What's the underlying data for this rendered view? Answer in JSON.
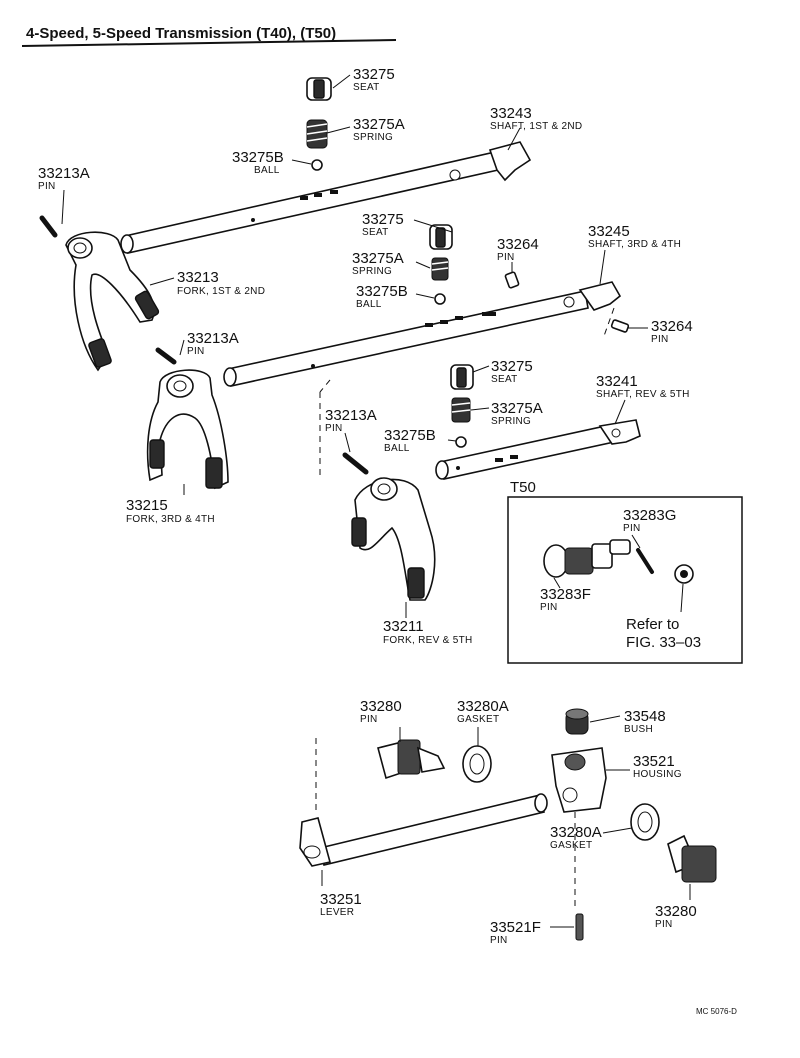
{
  "title": "4-Speed, 5-Speed Transmission (T40), (T50)",
  "parts": [
    {
      "id": "p33275a",
      "number": "33275",
      "name": "SEAT"
    },
    {
      "id": "p33275Aa",
      "number": "33275A",
      "name": "SPRING"
    },
    {
      "id": "p33275Ba",
      "number": "33275B",
      "name": "BALL"
    },
    {
      "id": "p33243",
      "number": "33243",
      "name": "SHAFT, 1ST & 2ND"
    },
    {
      "id": "p33213Aa",
      "number": "33213A",
      "name": "PIN"
    },
    {
      "id": "p33213",
      "number": "33213",
      "name": "FORK, 1ST & 2ND"
    },
    {
      "id": "p33275b",
      "number": "33275",
      "name": "SEAT"
    },
    {
      "id": "p33275Ab",
      "number": "33275A",
      "name": "SPRING"
    },
    {
      "id": "p33275Bb",
      "number": "33275B",
      "name": "BALL"
    },
    {
      "id": "p33264a",
      "number": "33264",
      "name": "PIN"
    },
    {
      "id": "p33245",
      "number": "33245",
      "name": "SHAFT, 3RD & 4TH"
    },
    {
      "id": "p33264b",
      "number": "33264",
      "name": "PIN"
    },
    {
      "id": "p33213Ab",
      "number": "33213A",
      "name": "PIN"
    },
    {
      "id": "p33215",
      "number": "33215",
      "name": "FORK, 3RD & 4TH"
    },
    {
      "id": "p33275c",
      "number": "33275",
      "name": "SEAT"
    },
    {
      "id": "p33275Ac",
      "number": "33275A",
      "name": "SPRING"
    },
    {
      "id": "p33275Bc",
      "number": "33275B",
      "name": "BALL"
    },
    {
      "id": "p33241",
      "number": "33241",
      "name": "SHAFT, REV & 5TH"
    },
    {
      "id": "p33213Ac",
      "number": "33213A",
      "name": "PIN"
    },
    {
      "id": "p33211",
      "number": "33211",
      "name": "FORK, REV & 5TH"
    },
    {
      "id": "p33283G",
      "number": "33283G",
      "name": "PIN"
    },
    {
      "id": "p33283F",
      "number": "33283F",
      "name": "PIN"
    },
    {
      "id": "p33280a",
      "number": "33280",
      "name": "PIN"
    },
    {
      "id": "p33280Aa",
      "number": "33280A",
      "name": "GASKET"
    },
    {
      "id": "p33548",
      "number": "33548",
      "name": "BUSH"
    },
    {
      "id": "p33521",
      "number": "33521",
      "name": "HOUSING"
    },
    {
      "id": "p33280Ab",
      "number": "33280A",
      "name": "GASKET"
    },
    {
      "id": "p33251",
      "number": "33251",
      "name": "LEVER"
    },
    {
      "id": "p33280b",
      "number": "33280",
      "name": "PIN"
    },
    {
      "id": "p33521F",
      "number": "33521F",
      "name": "PIN"
    }
  ],
  "inset": {
    "label": "T50",
    "refer_line1": "Refer to",
    "refer_line2": "FIG. 33–03"
  },
  "figure_code": "MC 5076-D"
}
